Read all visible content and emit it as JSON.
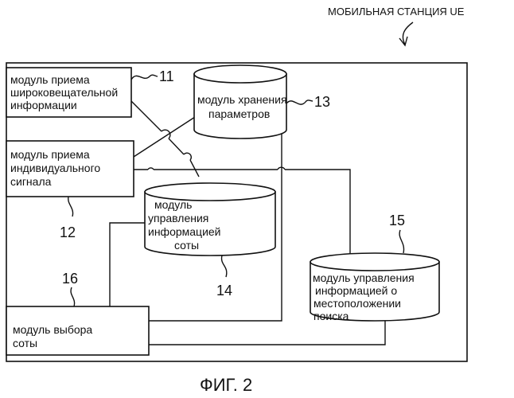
{
  "station_label": "МОБИЛЬНАЯ СТАНЦИЯ UE",
  "figure_caption": "ФИГ. 2",
  "modules": {
    "broadcast_receiver": {
      "lines": [
        "модуль приема",
        "широковещательной",
        "информации"
      ],
      "ref": "11"
    },
    "individual_receiver": {
      "lines": [
        "модуль приема",
        "индивидуального",
        "сигнала"
      ],
      "ref": "12"
    },
    "parameter_storage": {
      "lines": [
        "модуль хранения",
        "параметров"
      ],
      "ref": "13"
    },
    "cell_info_manager": {
      "lines": [
        "модуль",
        "управления",
        "информацией",
        "соты"
      ],
      "ref": "14"
    },
    "search_location_manager": {
      "lines": [
        "модуль управления",
        "информацией о",
        "местоположении",
        "поиска"
      ],
      "ref": "15"
    },
    "cell_selector": {
      "lines": [
        "модуль выбора",
        "соты"
      ],
      "ref": "16"
    }
  }
}
